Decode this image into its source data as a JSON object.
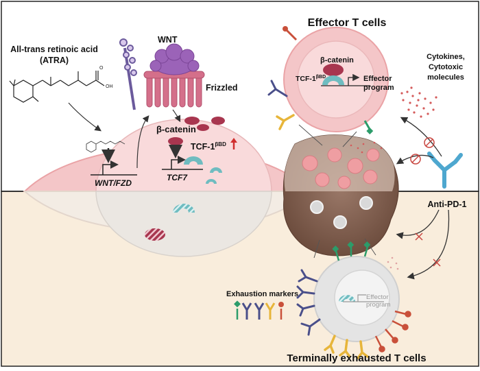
{
  "labels": {
    "effector_title": "Effector T cells",
    "exhausted_title": "Terminally exhausted T cells",
    "atra_line1": "All-trans retinoic acid",
    "atra_line2": "(ATRA)",
    "wnt": "WNT",
    "frizzled": "Frizzled",
    "beta_catenin": "β-catenin",
    "tcf1": "TCF-1",
    "bbd": "βBD",
    "wnt_fzd": "WNT/FZD",
    "tcf7": "TCF7",
    "effector_program_1": "Effector",
    "effector_program_2": "program",
    "cytokines_1": "Cytokines,",
    "cytokines_2": "Cytotoxic",
    "cytokines_3": "molecules",
    "anti_pd1": "Anti-PD-1",
    "exhaustion_markers": "Exhaustion markers",
    "ex_effector_1": "Effector",
    "ex_effector_2": "program"
  },
  "colors": {
    "top_bg": "#ffffff",
    "bottom_bg": "#f9eddc",
    "cell_pink": "#f4c6c8",
    "cell_pink_edge": "#eaa3a6",
    "nucleus_pink": "#f9dadb",
    "beta_catenin": "#a8364f",
    "tcf1": "#6fbcc0",
    "wnt_purple": "#9b63b8",
    "frizzled": "#d46f8a",
    "antibody_blue": "#4ea7cf",
    "tumor_brown": "#7d5a49",
    "exhausted_grey": "#dcdcdc",
    "inhibit_red": "#c8453f"
  }
}
